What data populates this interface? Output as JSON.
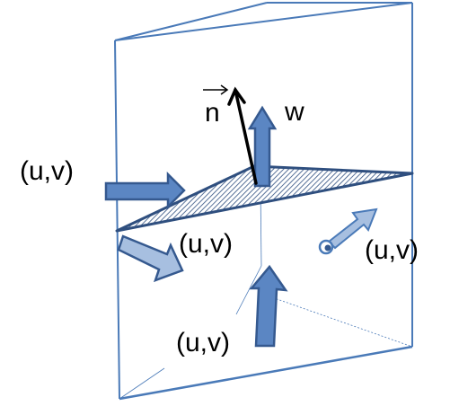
{
  "labels": {
    "normal": "n",
    "vertical_velocity": "w",
    "uv_left": "(u,v)",
    "uv_center": "(u,v)",
    "uv_right": "(u,v)",
    "uv_bottom": "(u,v)"
  },
  "colors": {
    "prism_edge": "#4a7ab8",
    "arrow_fill": "#5b86c3",
    "arrow_light_fill": "#a7bfe0",
    "arrow_stroke": "#35598f",
    "plane_stroke": "#2f4f7f",
    "normal_arrow": "#000000"
  },
  "icons": {
    "normal_vector_arrow": "black-arrow",
    "vector_over_n": "vector-accent-arrow",
    "flux_arrows": "block-arrow",
    "out_of_page": "circled-dot"
  }
}
